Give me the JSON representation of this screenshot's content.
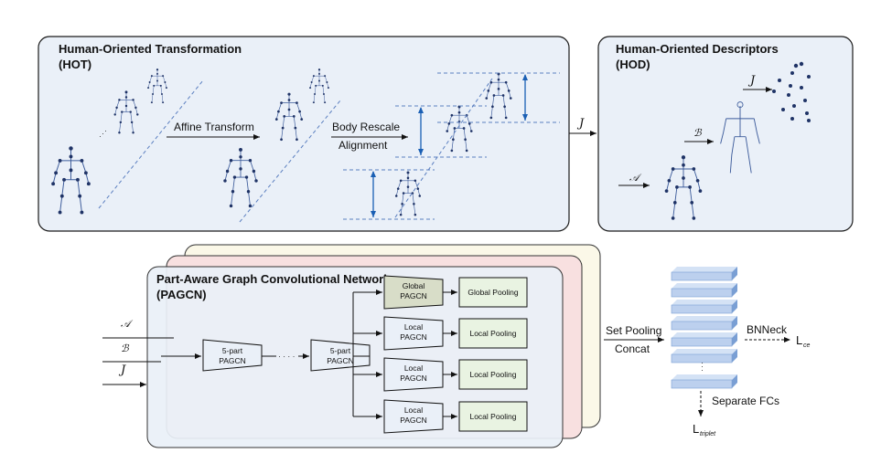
{
  "hot": {
    "title": "Human-Oriented Transformation",
    "abbr": "(HOT)",
    "affine_label": "Affine Transform",
    "rescale_label": "Body Rescale",
    "align_label": "Alignment",
    "output_symbol": "J"
  },
  "hod": {
    "title": "Human-Oriented Descriptors",
    "abbr": "(HOD)",
    "symbol_a": "𝒜",
    "symbol_b": "ℬ",
    "symbol_j": "J"
  },
  "pagcn": {
    "title": "Part-Aware Graph Convolutional Network",
    "abbr": "(PAGCN)",
    "inputs": [
      "𝒜",
      "ℬ",
      "J"
    ],
    "part_block_1": [
      "5-part",
      "PAGCN"
    ],
    "ellipsis": "· · · ·",
    "part_block_2": [
      "5-part",
      "PAGCN"
    ],
    "branches": [
      {
        "name": [
          "Global",
          "PAGCN"
        ],
        "pool": "Global Pooling"
      },
      {
        "name": [
          "Local",
          "PAGCN"
        ],
        "pool": "Local Pooling"
      },
      {
        "name": [
          "Local",
          "PAGCN"
        ],
        "pool": "Local Pooling"
      },
      {
        "name": [
          "Local",
          "PAGCN"
        ],
        "pool": "Local Pooling"
      }
    ]
  },
  "head": {
    "set_pooling": "Set Pooling",
    "concat": "Concat",
    "bnneck": "BNNeck",
    "loss_ce_main": "L",
    "loss_ce_sub": "ce",
    "separate_fcs": "Separate FCs",
    "loss_triplet_main": "L",
    "loss_triplet_sub": "triplet"
  },
  "colors": {
    "panel_fill": "#eaf0f8",
    "panel_stroke": "#1a1a1a",
    "layer_yellow": "#fbf8e8",
    "layer_pink": "#f8e0e0",
    "global_block": "#d8ddc8",
    "pool_fill": "#e9f3e2",
    "bar_top": "#d4e2f5",
    "bar_side": "#7a9fd4",
    "skeleton": "#3b5a9a"
  }
}
